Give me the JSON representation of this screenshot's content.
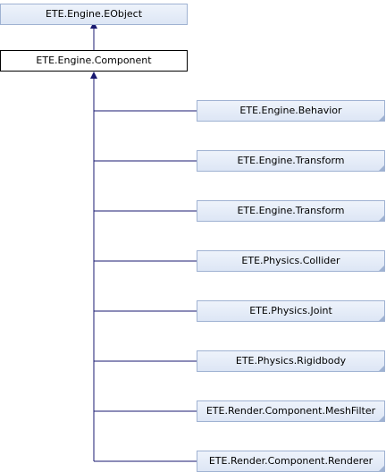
{
  "diagram": {
    "base_class": "ETE.Engine.EObject",
    "current_class": "ETE.Engine.Component",
    "derived_classes": [
      "ETE.Engine.Behavior",
      "ETE.Engine.Transform",
      "ETE.Engine.Transform",
      "ETE.Physics.Collider",
      "ETE.Physics.Joint",
      "ETE.Physics.Rigidbody",
      "ETE.Render.Component.MeshFilter",
      "ETE.Render.Component.Renderer"
    ],
    "line_color": "#191970"
  }
}
